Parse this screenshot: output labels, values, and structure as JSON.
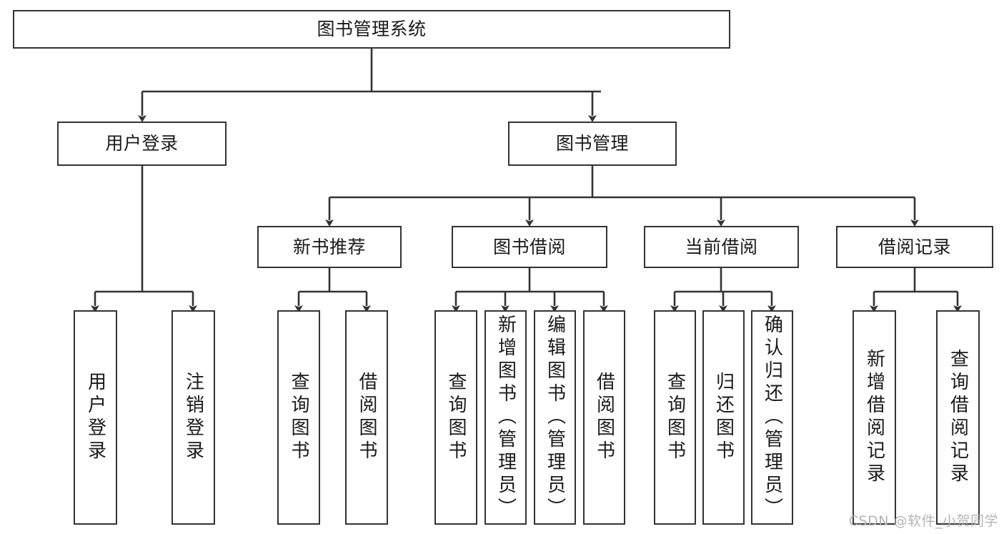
{
  "diagram": {
    "type": "tree",
    "title": "图书管理系统",
    "orientation": "top-down",
    "colors": {
      "box_stroke": "#333333",
      "box_fill": "#ffffff",
      "edge_stroke": "#333333",
      "text": "#1a1a1a",
      "watermark": "#b4b4b4",
      "background": "#ffffff"
    },
    "watermark": "CSDN @软件_小贺同学",
    "nodes": {
      "root": {
        "label": "图书管理系统",
        "level": 1
      },
      "level2": [
        {
          "id": "user-login",
          "label": "用户登录"
        },
        {
          "id": "book-manage",
          "label": "图书管理"
        }
      ],
      "level3": [
        {
          "id": "new-book-recommend",
          "label": "新书推荐",
          "parent": "book-manage"
        },
        {
          "id": "book-borrow",
          "label": "图书借阅",
          "parent": "book-manage"
        },
        {
          "id": "current-borrow",
          "label": "当前借阅",
          "parent": "book-manage"
        },
        {
          "id": "borrow-record",
          "label": "借阅记录",
          "parent": "book-manage"
        }
      ],
      "leaves": {
        "user_login": [
          {
            "id": "leaf-user-login",
            "label": "用户登录"
          },
          {
            "id": "leaf-user-logout",
            "label": "注销登录"
          }
        ],
        "new_book_recommend": [
          {
            "id": "leaf-query-book-1",
            "label": "查询图书"
          },
          {
            "id": "leaf-borrow-book-1",
            "label": "借阅图书"
          }
        ],
        "book_borrow": [
          {
            "id": "leaf-query-book-2",
            "label": "查询图书"
          },
          {
            "id": "leaf-add-book",
            "label": "新增图书（管理员）"
          },
          {
            "id": "leaf-edit-book",
            "label": "编辑图书（管理员）"
          },
          {
            "id": "leaf-borrow-book-2",
            "label": "借阅图书"
          }
        ],
        "current_borrow": [
          {
            "id": "leaf-query-book-3",
            "label": "查询图书"
          },
          {
            "id": "leaf-return-book",
            "label": "归还图书"
          },
          {
            "id": "leaf-confirm-return",
            "label": "确认归还（管理员）"
          }
        ],
        "borrow_record": [
          {
            "id": "leaf-add-record",
            "label": "新增借阅记录"
          },
          {
            "id": "leaf-query-record",
            "label": "查询借阅记录"
          }
        ]
      }
    }
  }
}
